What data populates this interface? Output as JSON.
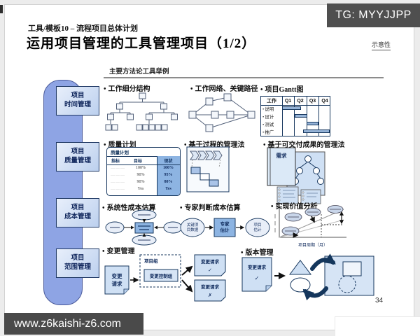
{
  "ui": {
    "bullet": "•"
  },
  "colors": {
    "navy": "#17375E",
    "light_blue": "#CFE0F4",
    "mid_blue": "#8DB4E2",
    "sidebar_blue": "#8EA4E4",
    "banner_gray": "#4A4A4A"
  },
  "overlays": {
    "top_banner": "TG: MYYJJPP",
    "bottom_banner": "www.z6kaishi-z6.com"
  },
  "header": {
    "eyebrow": "工具/模板10 – 流程项目总体计划",
    "title": "运用项目管理的工具管理项目（1/2）",
    "annotation": "示意性",
    "subtitle": "主要方法论工具举例"
  },
  "sidebar": {
    "items": [
      {
        "line1": "项目",
        "line2": "时间管理"
      },
      {
        "line1": "项目",
        "line2": "质量管理"
      },
      {
        "line1": "项目",
        "line2": "成本管理"
      },
      {
        "line1": "项目",
        "line2": "范围管理"
      }
    ]
  },
  "tools": {
    "wbs": {
      "label": "工作细分结构"
    },
    "network": {
      "label": "工作网络、关键路径"
    },
    "gantt": {
      "label": "项目Gantt图",
      "header": [
        "工作",
        "Q1",
        "Q2",
        "Q3",
        "Q4"
      ],
      "tasks": [
        "说明",
        "设计",
        "测试",
        "推广"
      ]
    },
    "quality": {
      "label": "质量计划",
      "table_title": "质量计划",
      "header": [
        "指标",
        "目标",
        "现状"
      ],
      "rows": [
        [
          "………",
          "100%",
          "100%"
        ],
        [
          "………",
          "90%",
          "95%"
        ],
        [
          "………",
          "90%",
          "80%"
        ],
        [
          "………",
          "Yes",
          "Yes"
        ]
      ]
    },
    "process": {
      "label": "基于过程的管理法"
    },
    "deliverable": {
      "label": "基于可交付成果的管理法",
      "doc_title": "需求"
    },
    "syscost": {
      "label": "系统性成本估算"
    },
    "expert": {
      "label": "专家判断成本估算",
      "input_lines": [
        "关键项",
        "目数据"
      ],
      "center_lines": [
        "专家",
        "估计"
      ],
      "output_lines": [
        "项目",
        "估计"
      ]
    },
    "ev": {
      "label": "实现价值分析",
      "xlabel": "项目周期（月）"
    },
    "change": {
      "label": "变更管理",
      "request_lines": [
        "变更",
        "请求"
      ],
      "group": "项目组",
      "board": "变更控制组",
      "approved": "变更请求",
      "approved_mark": "✓",
      "rejected": "变更请求",
      "rejected_mark": "✗"
    },
    "version": {
      "label": "版本管理",
      "request": "变更请求",
      "mark": "✓"
    }
  },
  "footer": {
    "page_number": "34"
  }
}
